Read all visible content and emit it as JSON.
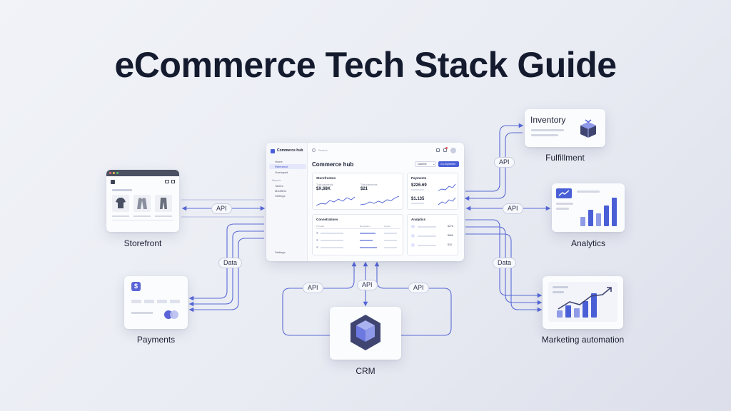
{
  "title": "eCommerce Tech Stack Guide",
  "nodes": {
    "storefront": "Storefront",
    "payments": "Payments",
    "crm": "CRM",
    "inventory": "Inventory",
    "fulfillment": "Fulfillment",
    "analytics": "Analytics",
    "marketing": "Marketing automation"
  },
  "connectors": {
    "api": "API",
    "data": "Data"
  },
  "hub": {
    "brand": "Commerce hub",
    "search_placeholder": "Search",
    "nav": [
      "Home",
      "Reference",
      "Overlayed"
    ],
    "nav_section": "Reports",
    "nav2": [
      "Tables",
      "Modifiers",
      "Settings"
    ],
    "nav_footer": "Settings",
    "page_title": "Commerce hub",
    "filter_label": "Dateline",
    "action_label": "Go Anywhere",
    "storefront_card": {
      "title": "Storefronton",
      "metric1_label": "Total payments",
      "metric1_value": "$X,68K",
      "metric2_label": "Total payments",
      "metric2_value": "$21"
    },
    "payments_card": {
      "title": "Payments",
      "value1": "$226.69",
      "value2": "$1.135"
    },
    "connections_card": {
      "title": "Connetrations",
      "columns": [
        "Provider",
        "Reputation",
        "Ounce"
      ]
    },
    "analytics_card": {
      "title": "Analytics",
      "values": [
        "$276",
        "$656",
        "$34"
      ]
    }
  },
  "analytics_bars": [
    0.3,
    0.55,
    0.42,
    0.7,
    0.95
  ],
  "marketing_bars": [
    0.25,
    0.45,
    0.35,
    0.6,
    0.9
  ],
  "colors": {
    "accent": "#4a5fd6",
    "accent_light": "#8f9be6",
    "wire": "#5567d8"
  },
  "icons": {
    "payments": "dollar-icon",
    "crm": "cube-icon",
    "inventory": "box-icon",
    "analytics_chart": "line-chart-icon"
  }
}
